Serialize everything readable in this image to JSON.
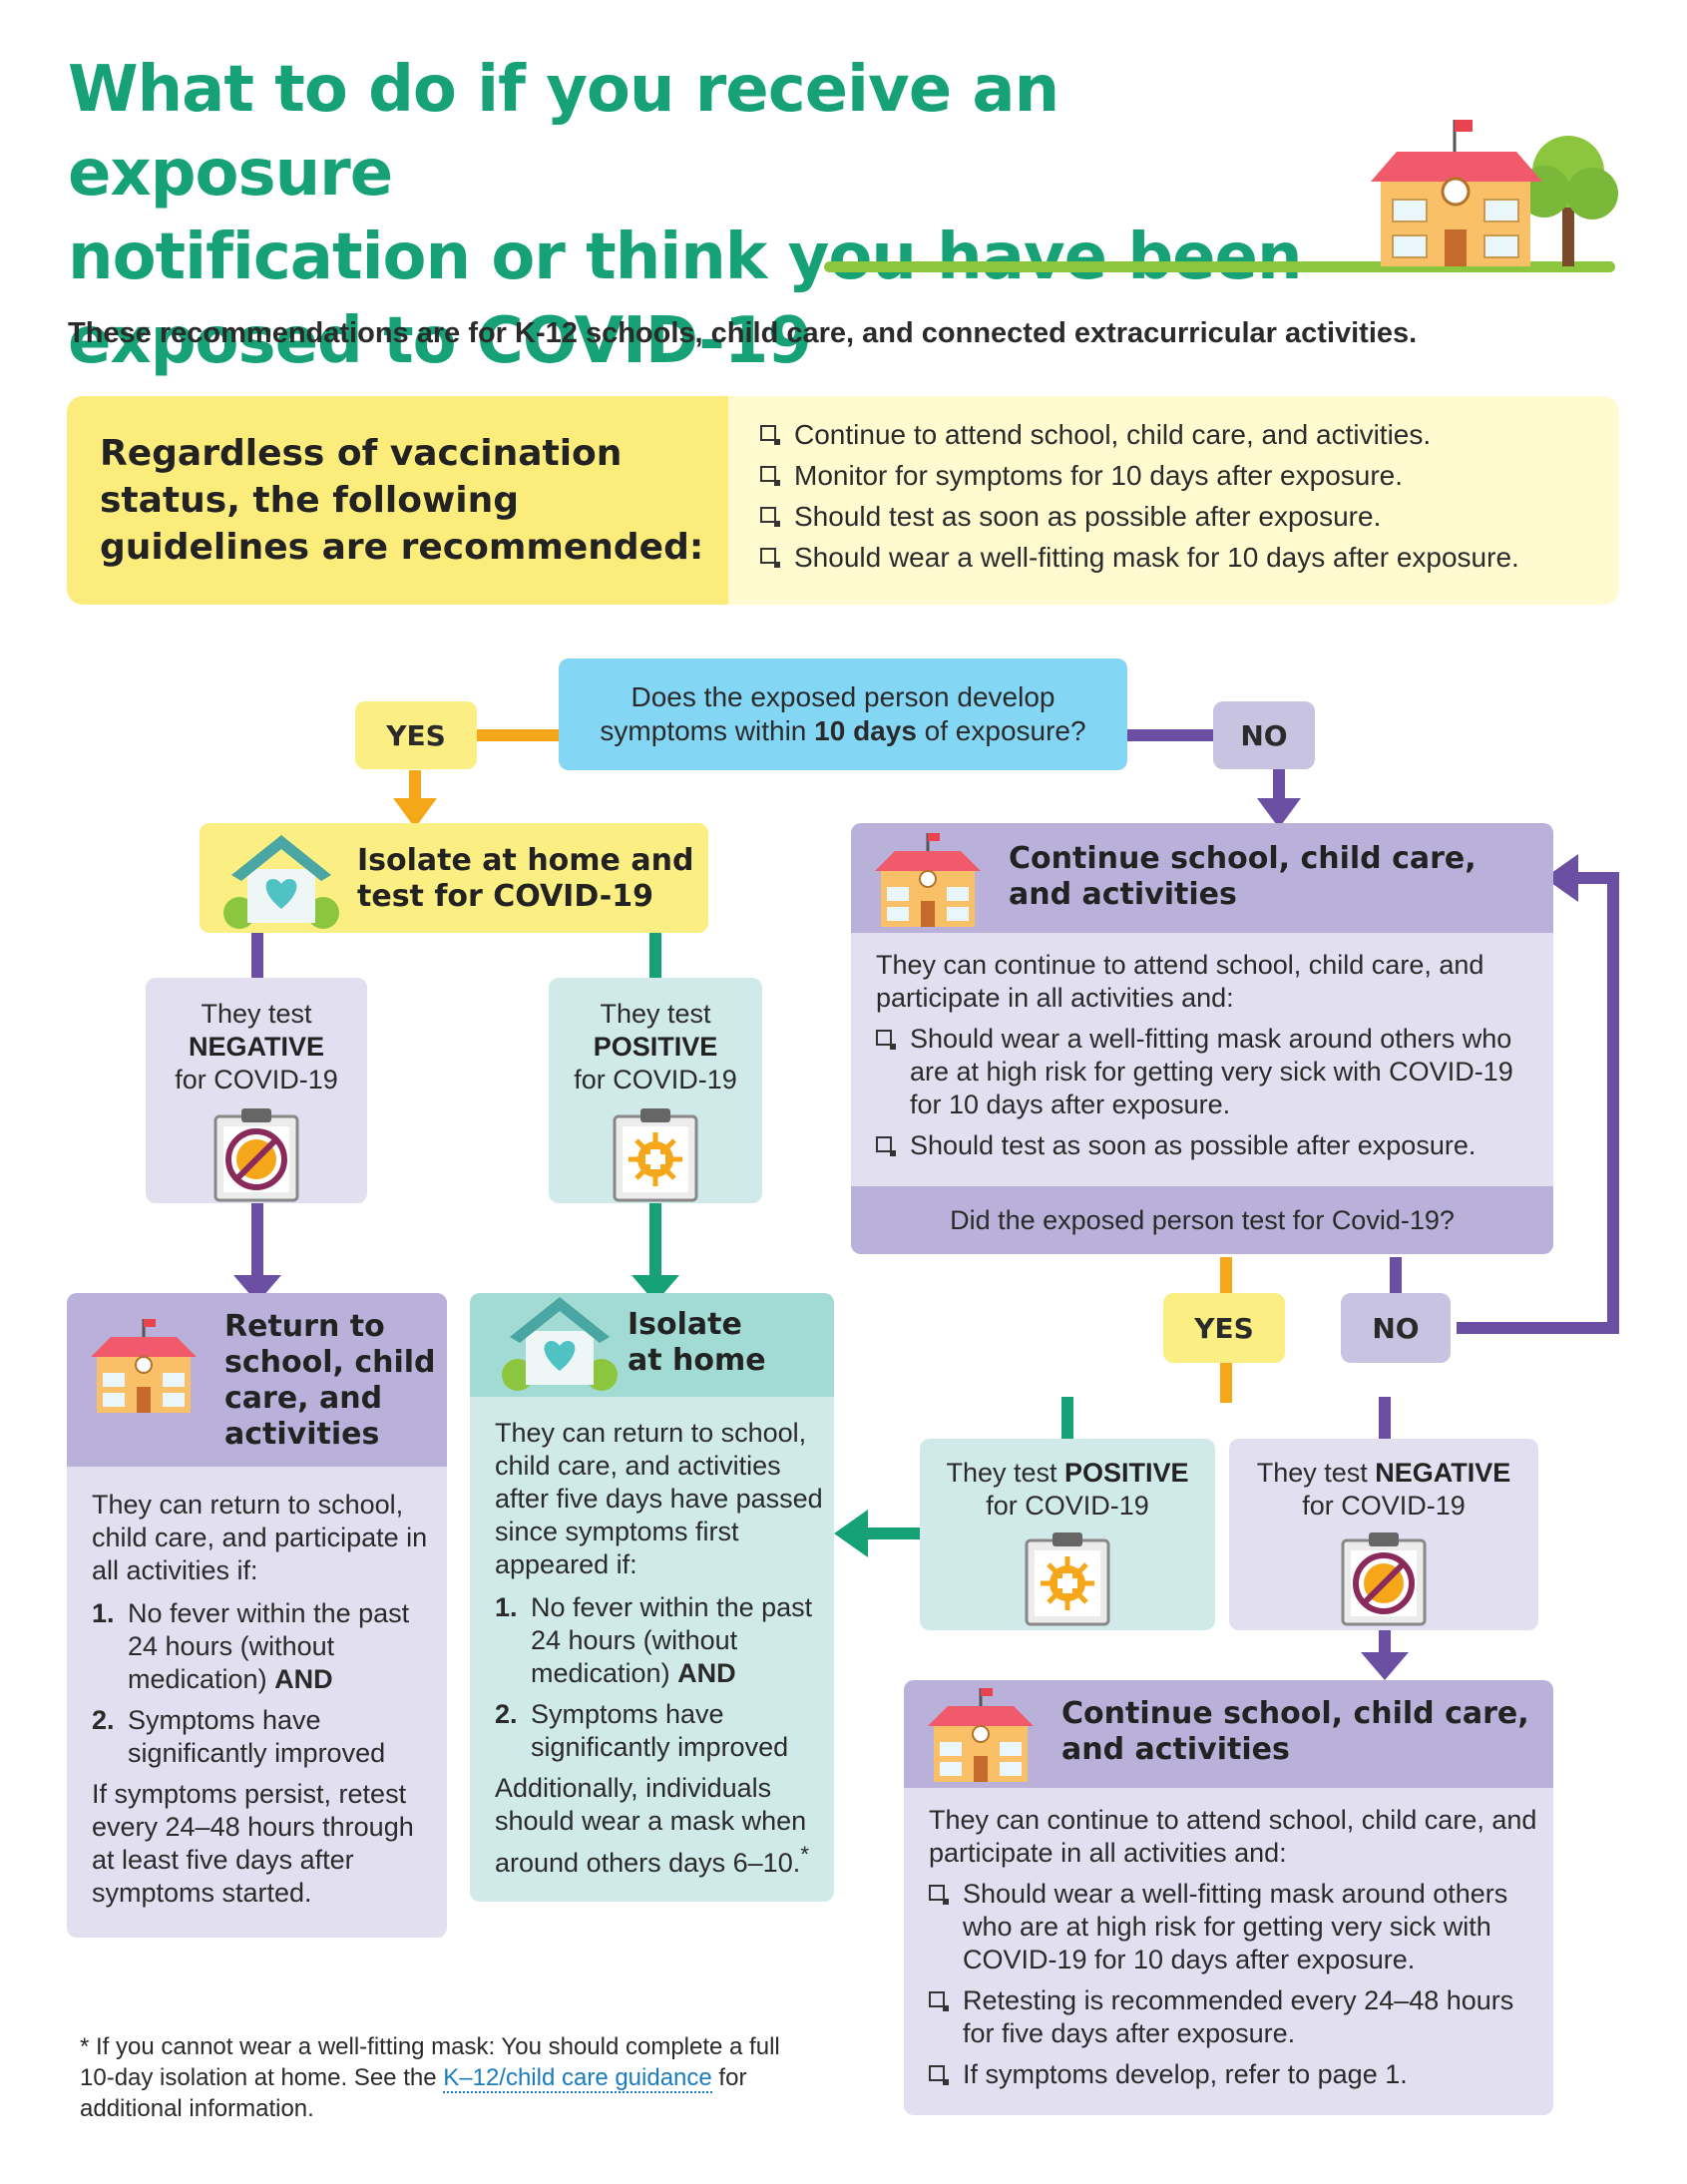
{
  "header": {
    "title_line1": "What to do if you receive an exposure",
    "title_line2": "notification or think you have been",
    "title_line3": "exposed to COVID-19",
    "subtitle": "These recommendations are for K-12 schools, child care, and connected extracurricular activities."
  },
  "guidelines": {
    "heading_line1": "Regardless of vaccination",
    "heading_line2": "status, the following",
    "heading_line3": "guidelines are recommended:",
    "items": [
      "Continue to attend school, child care, and activities.",
      "Monitor for symptoms for 10 days after exposure.",
      "Should test as soon as possible after exposure.",
      "Should wear a well-fitting mask for 10 days after exposure."
    ]
  },
  "flow": {
    "question": {
      "pre": "Does the exposed person develop symptoms within ",
      "bold": "10 days",
      "post": " of exposure?"
    },
    "yes": "YES",
    "no": "NO",
    "isolate_test": {
      "line1": "Isolate at home and",
      "line2": "test for COVID-19"
    },
    "test_negative": {
      "pre": "They test",
      "bold": "NEGATIVE",
      "post": "for COVID-19"
    },
    "test_positive": {
      "pre": "They test",
      "bold": "POSITIVE",
      "post": "for COVID-19"
    },
    "return_school": {
      "title_lines": [
        "Return to",
        "school, child",
        "care, and",
        "activities"
      ],
      "intro": "They can return to school, child care, and participate in all activities if:",
      "items": [
        {
          "n": "1.",
          "text": "No fever within the past 24 hours (without medication) ",
          "bold": "AND"
        },
        {
          "n": "2.",
          "text": "Symptoms have significantly improved",
          "bold": ""
        }
      ],
      "outro": "If symptoms persist, retest every 24–48 hours through at least five days after symptoms started."
    },
    "isolate_home": {
      "title_lines": [
        "Isolate",
        "at home"
      ],
      "intro": "They can return to school, child care, and activities after five days have passed since symptoms first appeared if:",
      "items": [
        {
          "n": "1.",
          "text": "No fever within the past 24 hours (without medication) ",
          "bold": "AND"
        },
        {
          "n": "2.",
          "text": "Symptoms have significantly improved",
          "bold": ""
        }
      ],
      "outro": "Additionally, individuals should wear a mask when around others days 6–10.",
      "outro_mark": "*"
    },
    "continue_top": {
      "title_line1": "Continue school, child care,",
      "title_line2": "and activities",
      "intro": "They can continue to attend school, child care, and participate in all activities and:",
      "items": [
        "Should wear a well-fitting mask around others who are at high risk for getting very sick with COVID-19 for 10 days after exposure.",
        "Should test as soon as possible after exposure."
      ],
      "question": "Did the exposed person test for Covid-19?"
    },
    "right_positive": {
      "pre": "They test ",
      "bold": "POSITIVE",
      "post": "for COVID-19"
    },
    "right_negative": {
      "pre": "They test ",
      "bold": "NEGATIVE",
      "post": "for COVID-19"
    },
    "continue_bottom": {
      "title_line1": "Continue school, child care,",
      "title_line2": "and activities",
      "intro": "They can continue to attend school, child care, and participate in all activities and:",
      "items": [
        "Should wear a well-fitting mask around others who are at high risk for getting very sick with COVID-19 for 10 days after exposure.",
        "Retesting is recommended every 24–48 hours for five days after exposure.",
        "If symptoms develop, refer to page 1."
      ]
    }
  },
  "footnote": {
    "mark": "*",
    "text1": "If you cannot wear a well-fitting mask: You should complete a full 10-day isolation at home. See the ",
    "link": "K–12/child care guidance",
    "text2": " for additional information."
  },
  "colors": {
    "title_green": "#16a276",
    "yellow": "#fbee83",
    "purple_line": "#6a4fa3",
    "teal_line": "#16a276",
    "orange_line": "#f6a619",
    "blue_box": "#84d6f5"
  }
}
